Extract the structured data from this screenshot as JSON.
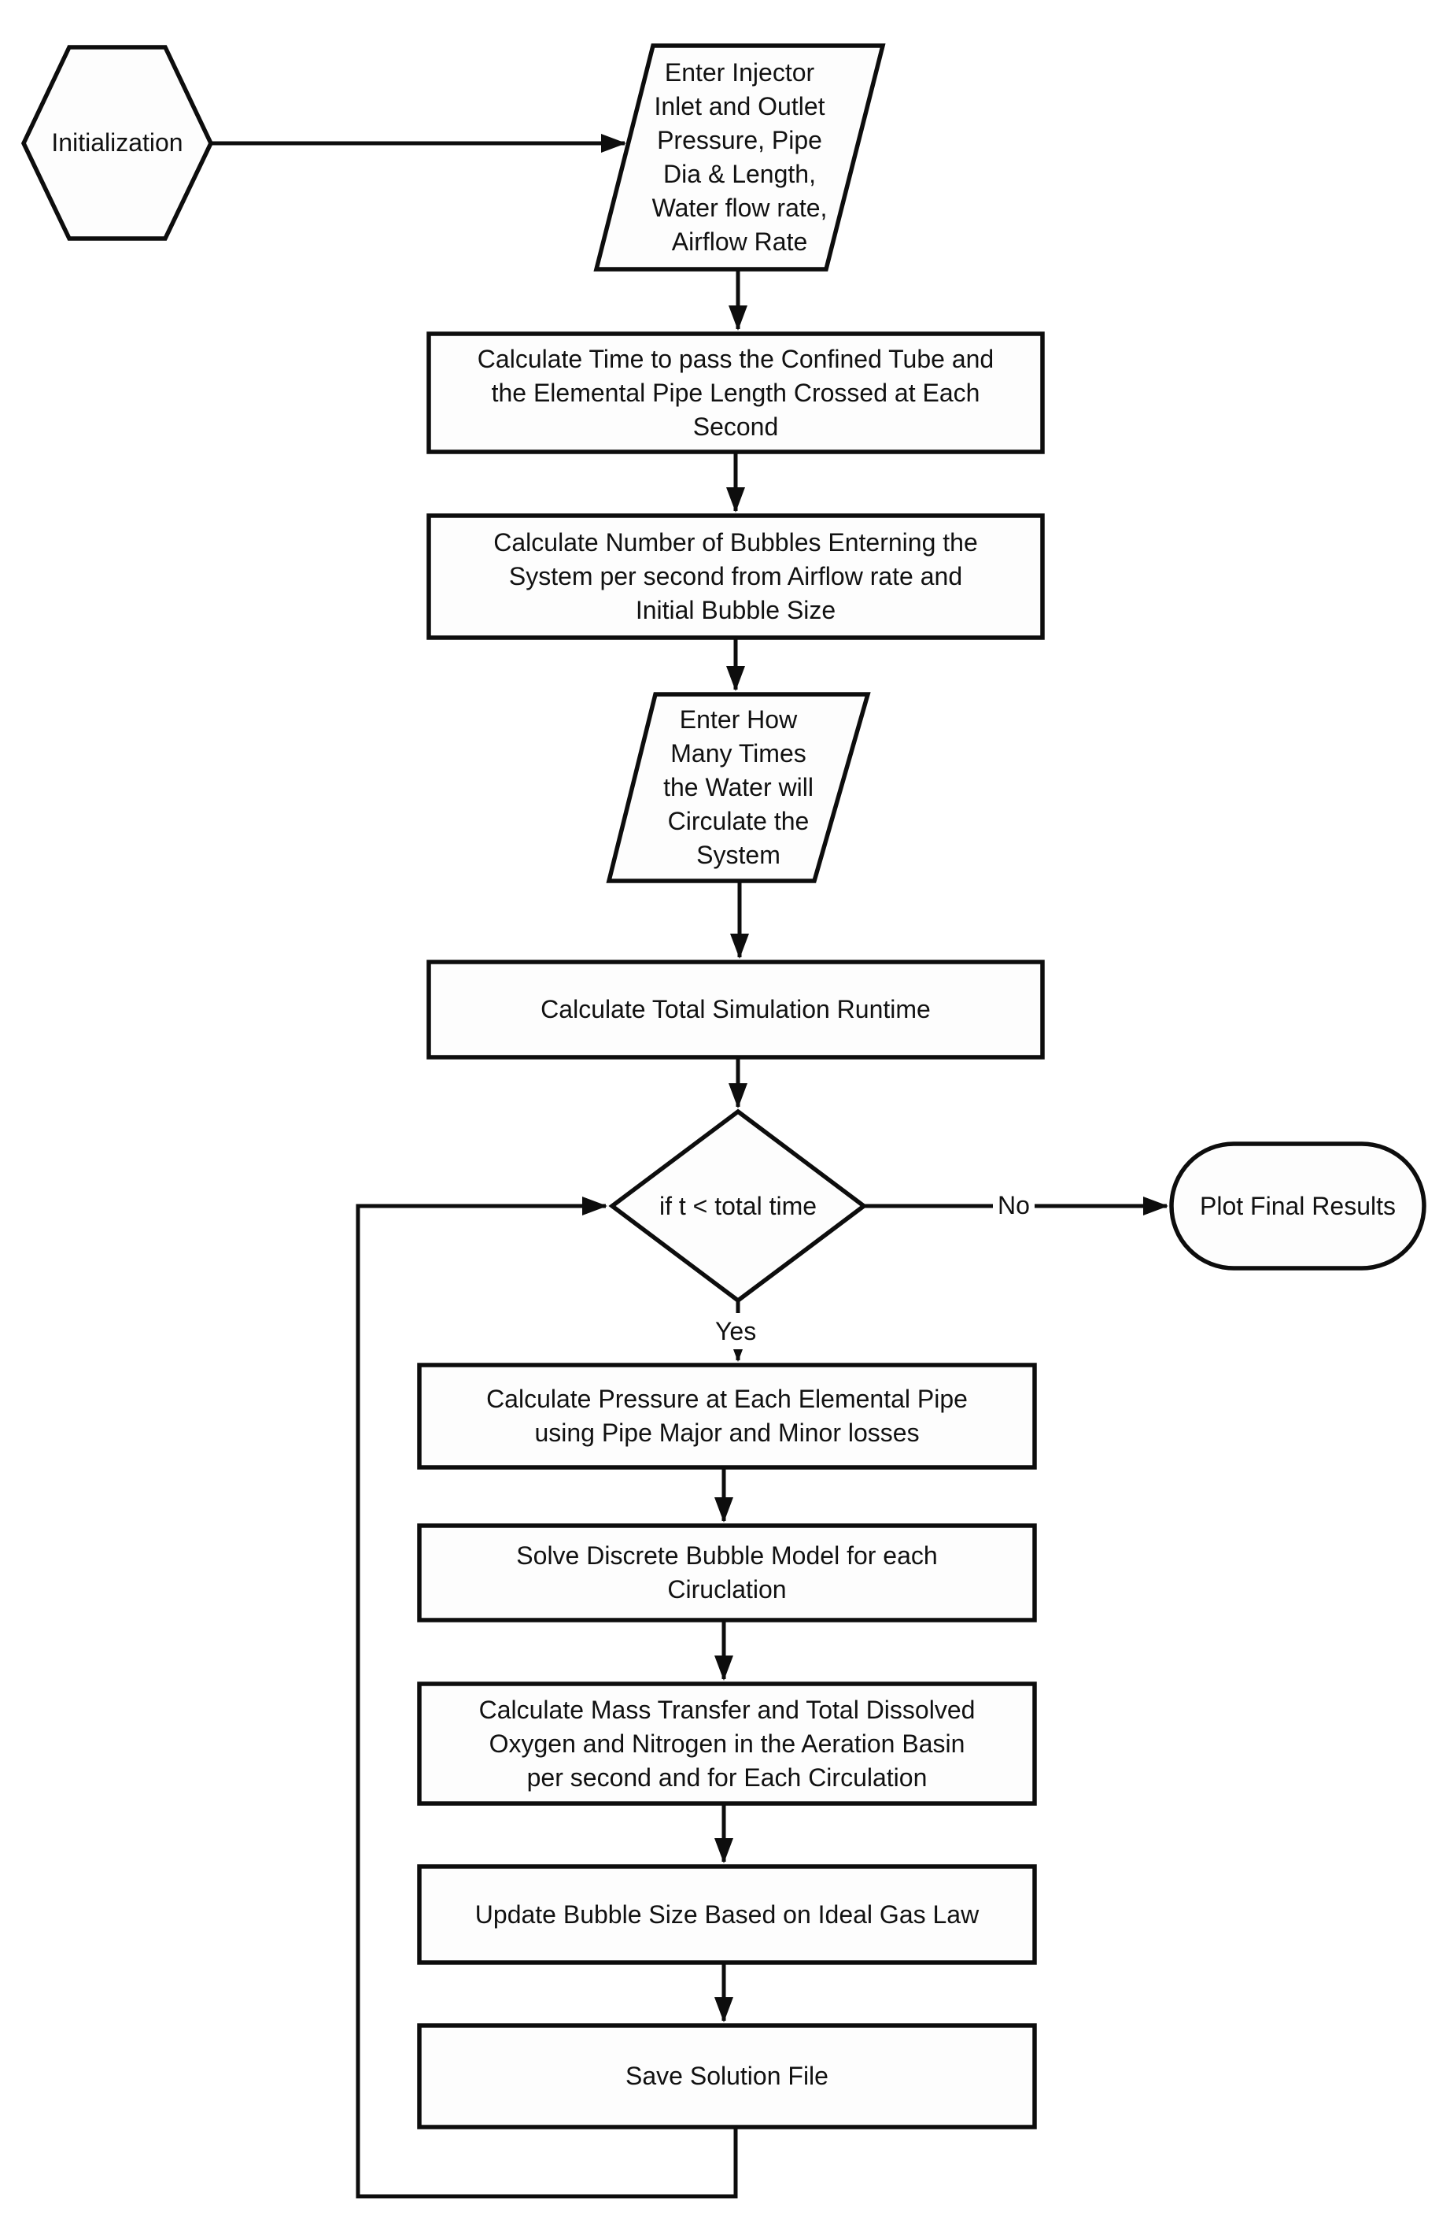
{
  "diagram": {
    "type": "flowchart",
    "colors": {
      "background": "#ffffff",
      "shape_fill": "#fdfdfd",
      "stroke": "#0d0d0d",
      "text": "#111111"
    },
    "nodes": {
      "initialization": {
        "type": "hexagon-start",
        "label": "Initialization"
      },
      "enter_injector_inputs": {
        "type": "input-parallelogram",
        "label": "Enter Injector Inlet and Outlet Pressure, Pipe Dia & Length, Water flow rate, Airflow Rate"
      },
      "calc_time": {
        "type": "process",
        "label": "Calculate Time to pass the Confined Tube and the Elemental Pipe Length Crossed at Each Second"
      },
      "calc_bubbles": {
        "type": "process",
        "label": "Calculate Number of Bubbles Enterning the System per second from Airflow rate and Initial Bubble Size"
      },
      "enter_circulations": {
        "type": "input-parallelogram",
        "label": "Enter How Many Times the Water will Circulate the System"
      },
      "calc_runtime": {
        "type": "process",
        "label": "Calculate Total Simulation Runtime"
      },
      "time_check": {
        "type": "decision-diamond",
        "label": "if t < total time"
      },
      "plot_results": {
        "type": "terminator",
        "label": "Plot Final Results"
      },
      "calc_pressure": {
        "type": "process",
        "label": "Calculate Pressure at Each Elemental Pipe using Pipe Major and Minor losses"
      },
      "solve_bubble_model": {
        "type": "process",
        "label": "Solve Discrete Bubble Model for each Ciruclation"
      },
      "calc_mass_transfer": {
        "type": "process",
        "label": "Calculate Mass Transfer and Total Dissolved Oxygen and Nitrogen in the Aeration Basin per second and for Each Circulation"
      },
      "update_bubble_size": {
        "type": "process",
        "label": "Update Bubble Size Based  on Ideal Gas Law"
      },
      "save_solution": {
        "type": "process",
        "label": "Save Solution File"
      }
    },
    "edges": [
      {
        "from": "initialization",
        "to": "enter_injector_inputs",
        "label": ""
      },
      {
        "from": "enter_injector_inputs",
        "to": "calc_time",
        "label": ""
      },
      {
        "from": "calc_time",
        "to": "calc_bubbles",
        "label": ""
      },
      {
        "from": "calc_bubbles",
        "to": "enter_circulations",
        "label": ""
      },
      {
        "from": "enter_circulations",
        "to": "calc_runtime",
        "label": ""
      },
      {
        "from": "calc_runtime",
        "to": "time_check",
        "label": ""
      },
      {
        "from": "time_check",
        "to": "plot_results",
        "label": "No"
      },
      {
        "from": "time_check",
        "to": "calc_pressure",
        "label": "Yes"
      },
      {
        "from": "calc_pressure",
        "to": "solve_bubble_model",
        "label": ""
      },
      {
        "from": "solve_bubble_model",
        "to": "calc_mass_transfer",
        "label": ""
      },
      {
        "from": "calc_mass_transfer",
        "to": "update_bubble_size",
        "label": ""
      },
      {
        "from": "update_bubble_size",
        "to": "save_solution",
        "label": ""
      },
      {
        "from": "save_solution",
        "to": "time_check",
        "label": ""
      }
    ]
  }
}
